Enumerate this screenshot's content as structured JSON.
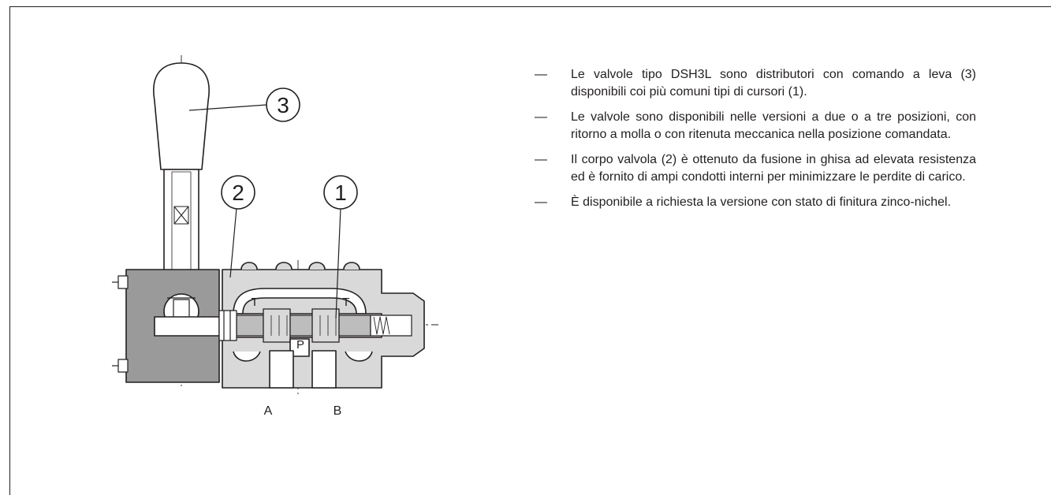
{
  "callouts": {
    "c1": "1",
    "c2": "2",
    "c3": "3",
    "T_left": "T",
    "T_right": "T",
    "P": "P",
    "A": "A",
    "B": "B"
  },
  "notes": [
    {
      "dash": "—",
      "text": "Le valvole tipo DSH3L sono distributori con comando a leva (3) disponibili coi più comuni tipi di cursori (1)."
    },
    {
      "dash": "—",
      "text": "Le valvole sono disponibili nelle versioni a due o a tre posizioni, con ritorno a molla o con ritenuta meccanica nella posizione comandata."
    },
    {
      "dash": "—",
      "text": "Il corpo valvola (2) è ottenuto da fusione in ghisa ad elevata resistenza ed è fornito di ampi condotti interni per minimizzare le perdite di carico."
    },
    {
      "dash": "—",
      "text": "È disponibile a richiesta la versione con stato di finitura zinco-nichel."
    }
  ],
  "colors": {
    "line": "#231f20",
    "body_fill": "#d9d9d9",
    "lever_housing_fill": "#9a9a9a",
    "cursor_fill": "#bdbdbd"
  }
}
